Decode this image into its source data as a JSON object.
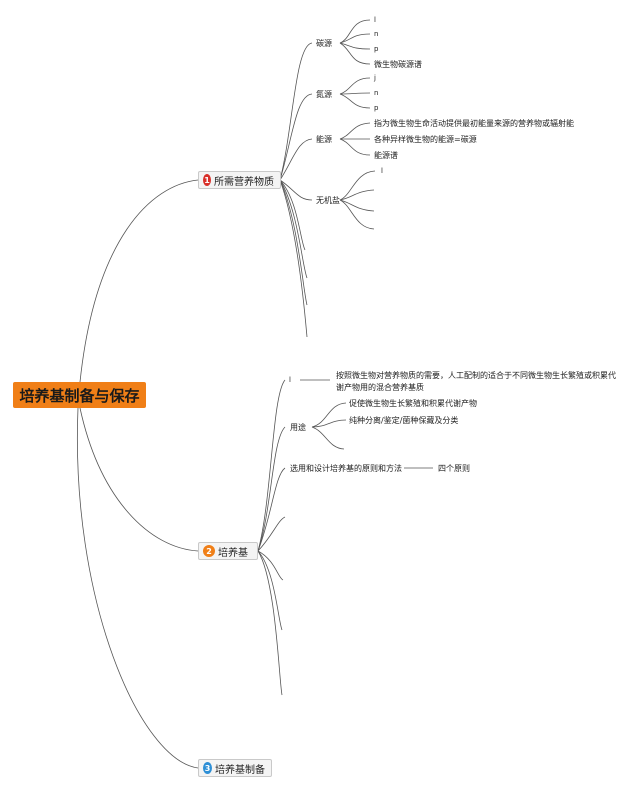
{
  "root": {
    "title": "培养基制备与保存"
  },
  "branch1": {
    "number": "1",
    "label": "所需营养物质",
    "badge_color": "#d9302a",
    "carbon": {
      "label": "碳源",
      "items": [
        "l",
        "n",
        "p",
        "微生物碳源谱"
      ]
    },
    "nitrogen": {
      "label": "氮源",
      "items": [
        "j",
        "n",
        "p"
      ]
    },
    "energy": {
      "label": "能源",
      "items": [
        "指为微生物生命活动提供最初能量来源的营养物或辐射能",
        "各种异样微生物的能源=碳源",
        "能源谱"
      ]
    },
    "inorganic": {
      "label": "无机盐",
      "items": [
        "l"
      ]
    }
  },
  "branch2": {
    "number": "2",
    "label": "培养基",
    "badge_color": "#f07f17",
    "def_marker": "l",
    "definition_line1": "按照微生物对营养物质的需要，人工配制的适合于不同微生物生长繁殖或积累代",
    "definition_line2": "谢产物用的混合营养基质",
    "uses": {
      "label": "用途",
      "items": [
        "促使微生物生长繁殖和积累代谢产物",
        "纯种分离/鉴定/菌种保藏及分类"
      ]
    },
    "design": {
      "label": "选用和设计培养基的原则和方法",
      "child": "四个原则"
    }
  },
  "branch3": {
    "number": "3",
    "label": "培养基制备",
    "badge_color": "#2d8fd6"
  },
  "colors": {
    "root_fill": "#f07f17",
    "line": "#555555"
  }
}
